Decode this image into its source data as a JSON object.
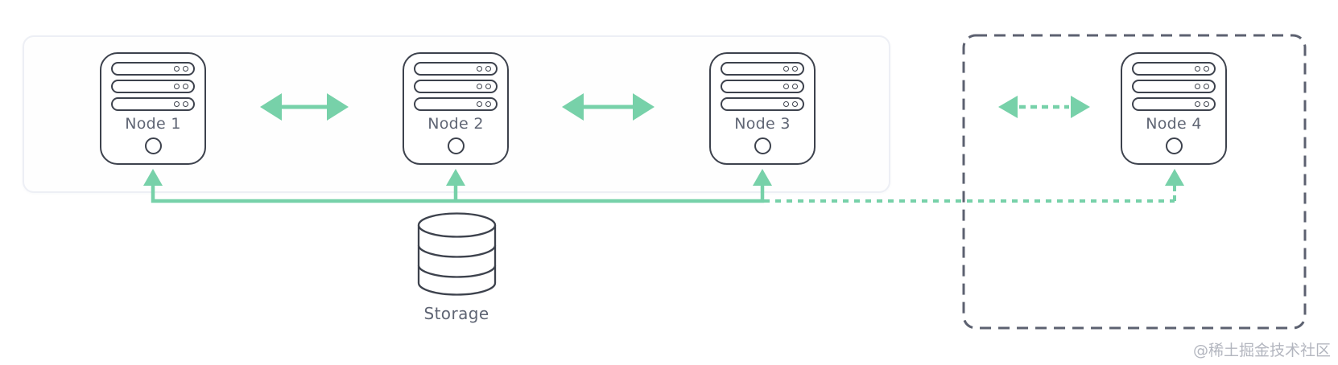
{
  "nodes": [
    {
      "label": "Node 1",
      "group": "cluster"
    },
    {
      "label": "Node 2",
      "group": "cluster"
    },
    {
      "label": "Node 3",
      "group": "cluster"
    },
    {
      "label": "Node 4",
      "group": "standby"
    }
  ],
  "storage": {
    "label": "Storage"
  },
  "watermark": {
    "text": "@稀土掘金技术社区"
  },
  "connections": [
    {
      "from": "Node 1",
      "to": "Node 2",
      "type": "bidirectional-arrow",
      "style": "solid"
    },
    {
      "from": "Node 2",
      "to": "Node 3",
      "type": "bidirectional-arrow",
      "style": "solid"
    },
    {
      "from": "Node 3",
      "to": "Node 4",
      "type": "bidirectional-arrow",
      "style": "dashed"
    },
    {
      "from": "Storage",
      "to": "Node 1",
      "type": "up-arrow",
      "style": "solid"
    },
    {
      "from": "Storage",
      "to": "Node 2",
      "type": "up-arrow",
      "style": "solid"
    },
    {
      "from": "Storage",
      "to": "Node 3",
      "type": "up-arrow",
      "style": "solid"
    },
    {
      "from": "Storage",
      "to": "Node 4",
      "type": "up-arrow",
      "style": "dotted"
    }
  ],
  "icons": [
    {
      "name": "server-icon",
      "count": 4
    },
    {
      "name": "database-icon",
      "count": 1
    },
    {
      "name": "double-arrow-icon",
      "count": 3
    },
    {
      "name": "arrow-up-icon",
      "count": 4
    }
  ],
  "colors": {
    "green": "#77d1a9",
    "node-border": "#3d424d",
    "text": "#5f6574",
    "container-border": "#edeff5",
    "dash-border": "#5c6170",
    "watermark": "#b3b6bf",
    "background": "#ffffff"
  }
}
